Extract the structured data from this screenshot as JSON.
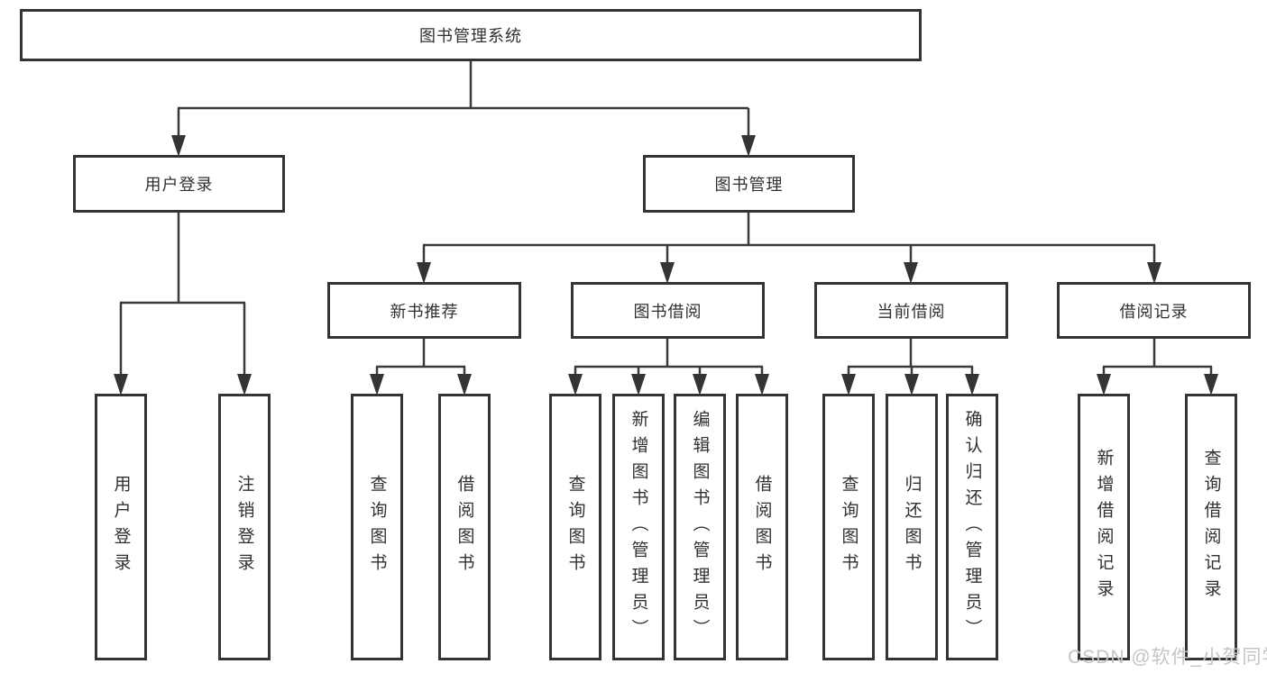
{
  "diagram": {
    "root": {
      "label": "图书管理系统"
    },
    "branches": [
      {
        "label": "用户登录",
        "children": [
          {
            "label": "用户登录"
          },
          {
            "label": "注销登录"
          }
        ]
      },
      {
        "label": "图书管理",
        "children": [
          {
            "label": "新书推荐",
            "children": [
              {
                "label": "查询图书"
              },
              {
                "label": "借阅图书"
              }
            ]
          },
          {
            "label": "图书借阅",
            "children": [
              {
                "label": "查询图书"
              },
              {
                "label": "新增图书（管理员）"
              },
              {
                "label": "编辑图书（管理员）"
              },
              {
                "label": "借阅图书"
              }
            ]
          },
          {
            "label": "当前借阅",
            "children": [
              {
                "label": "查询图书"
              },
              {
                "label": "归还图书"
              },
              {
                "label": "确认归还（管理员）"
              }
            ]
          },
          {
            "label": "借阅记录",
            "children": [
              {
                "label": "新增借阅记录"
              },
              {
                "label": "查询借阅记录"
              }
            ]
          }
        ]
      }
    ]
  },
  "watermark": {
    "text": "CSDN @软件_小贺同学"
  },
  "colors": {
    "line": "#3a3a3a",
    "border": "#343434",
    "text": "#303030",
    "watermark": "#c5c5c5",
    "background": "#ffffff"
  }
}
